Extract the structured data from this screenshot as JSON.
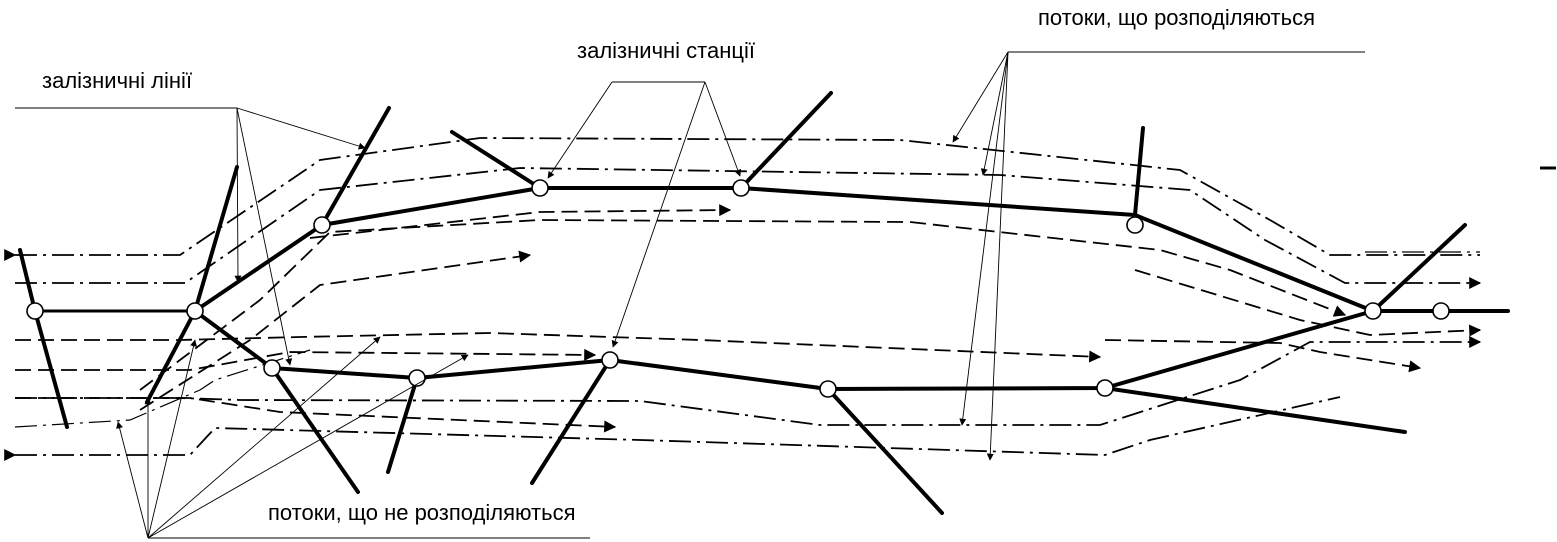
{
  "labels": {
    "railway_lines": "залізничні лінії",
    "railway_stations": "залізничні станції",
    "distributed_flows": "потоки, що розподіляються",
    "undistributed_flows": "потоки, що не розподіляються"
  }
}
